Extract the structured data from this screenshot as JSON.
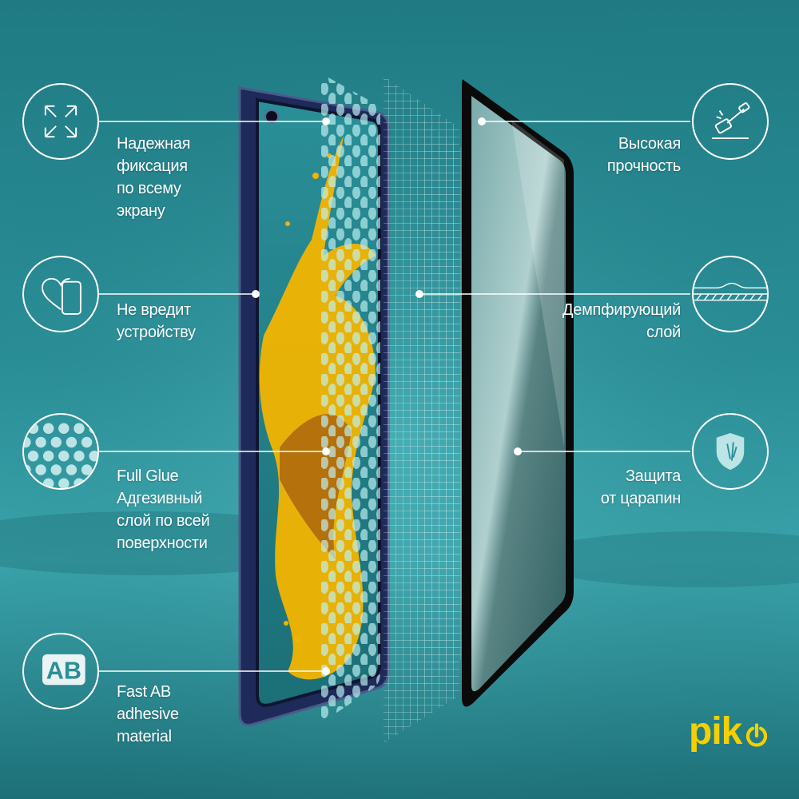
{
  "colors": {
    "background": "#2b8f98",
    "background_dark": "#1f6f78",
    "icon_stroke": "#ffffff",
    "logo": "#f4d000",
    "paint": "#f2b400",
    "phone_frame": "#1d2a5a"
  },
  "features_left": [
    {
      "icon": "expand-arrows-icon",
      "lines": [
        "Надежная",
        "фиксация",
        "по всему",
        "экрану"
      ]
    },
    {
      "icon": "heart-phone-icon",
      "lines": [
        "Не вредит",
        "устройству"
      ]
    },
    {
      "icon": "dot-pattern-icon",
      "lines": [
        "Full Glue",
        "Адгезивный",
        "слой по всей",
        "поверхности"
      ]
    },
    {
      "icon": "ab-badge-icon",
      "icon_text": "AB",
      "lines": [
        "Fast AB",
        "adhesive",
        "material"
      ]
    }
  ],
  "features_right": [
    {
      "icon": "hammer-impact-icon",
      "lines": [
        "Высокая",
        "прочность"
      ]
    },
    {
      "icon": "damping-layer-icon",
      "lines": [
        "Демпфирующий",
        "слой"
      ]
    },
    {
      "icon": "shield-icon",
      "lines": [
        "Защита",
        "от царапин"
      ]
    }
  ],
  "logo": {
    "text": "pik",
    "icon": "power-o-icon"
  }
}
